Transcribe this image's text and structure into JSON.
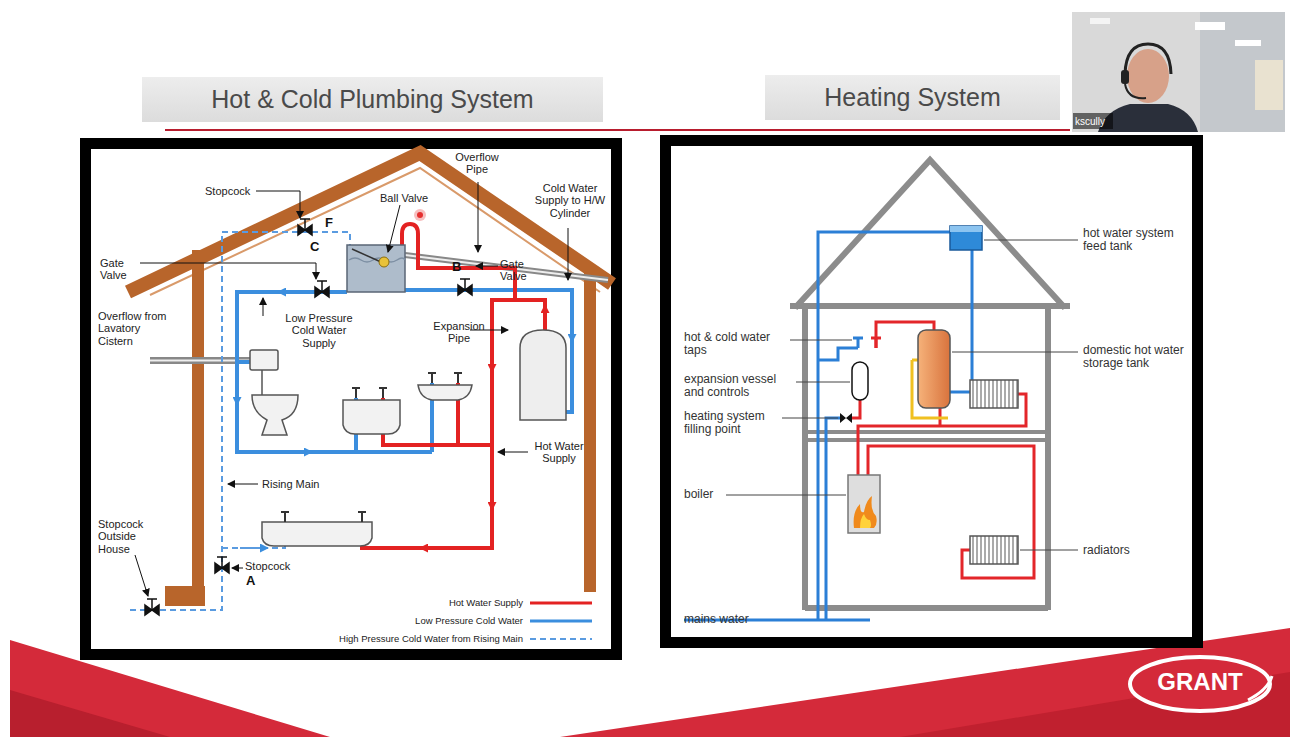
{
  "diagram": {
    "nodes": [
      {
        "text": [
          "Hot & Cold Plumbing System"
        ]
      },
      {
        "text": [
          "Heating System"
        ]
      }
    ],
    "labels": [
      "kscully",
      "Overflow Pipe",
      "Stopcock",
      "Ball Valve",
      "F",
      "Cold Water Supply to H/W Cylinder",
      "Gate Valve",
      "C",
      "B",
      "Gate Valve",
      "Low Pressure Cold Water Supply",
      "Overflow from Lavatory Cistern",
      "Expansion Pipe",
      "Hot Water Supply",
      "Rising Main",
      "Stopcock Outside House",
      "Stopcock",
      "A",
      "hot water system feed tank",
      "hot & cold water taps",
      "domestic hot water storage tank",
      "expansion vessel and controls",
      "heating system filling point",
      "boiler",
      "radiators",
      "mains water",
      "GRANT"
    ],
    "legend": [
      {
        "text": "Hot Water Supply"
      },
      {
        "text": "Low Pressure Cold Water"
      },
      {
        "text": "High Pressure Cold Water from Rising Main"
      }
    ]
  }
}
